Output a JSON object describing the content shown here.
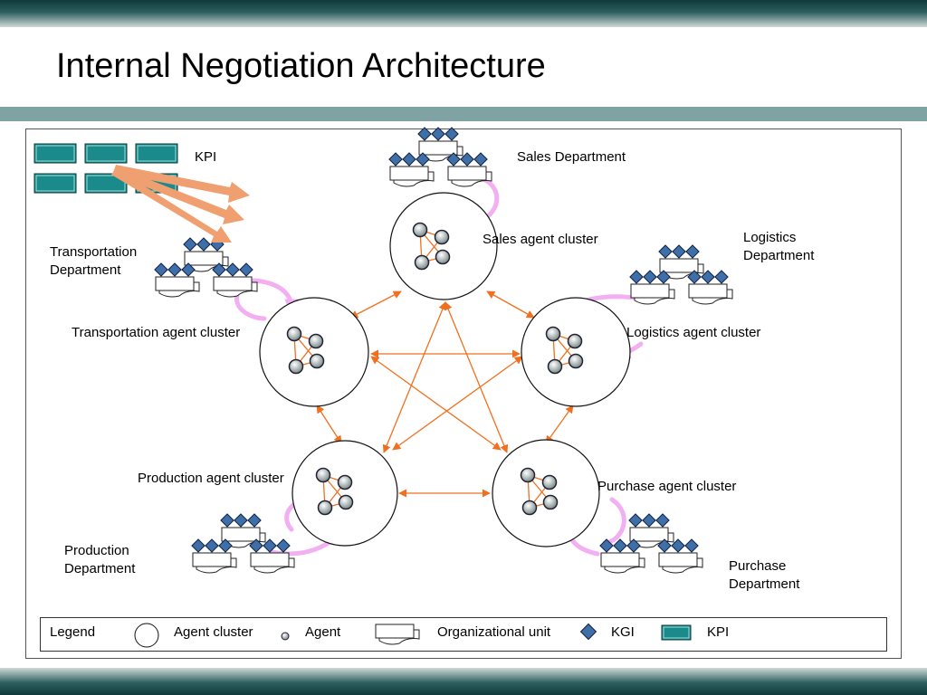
{
  "slide": {
    "title": "Internal Negotiation Architecture"
  },
  "kpi_label": "KPI",
  "departments": {
    "sales": [
      "Sales Department"
    ],
    "logistics": [
      "Logistics",
      "Department"
    ],
    "transportation": [
      "Transportation",
      "Department"
    ],
    "production": [
      "Production",
      "Department"
    ],
    "purchase": [
      "Purchase",
      "Department"
    ]
  },
  "clusters": {
    "sales": "Sales agent cluster",
    "logistics": "Logistics agent cluster",
    "transportation": "Transportation agent cluster",
    "production": "Production agent cluster",
    "purchase": "Purchase agent cluster"
  },
  "legend": {
    "title": "Legend",
    "agent_cluster": "Agent cluster",
    "agent": "Agent",
    "organizational_unit": "Organizational unit",
    "kgi": "KGI",
    "kpi": "KPI"
  },
  "colors": {
    "arrow": "#f07020",
    "feedback": "#f2b0f2",
    "kgi": "#3f6fa8",
    "kpi": "#1a8a8a",
    "kpi_arrow": "#f0a070"
  }
}
